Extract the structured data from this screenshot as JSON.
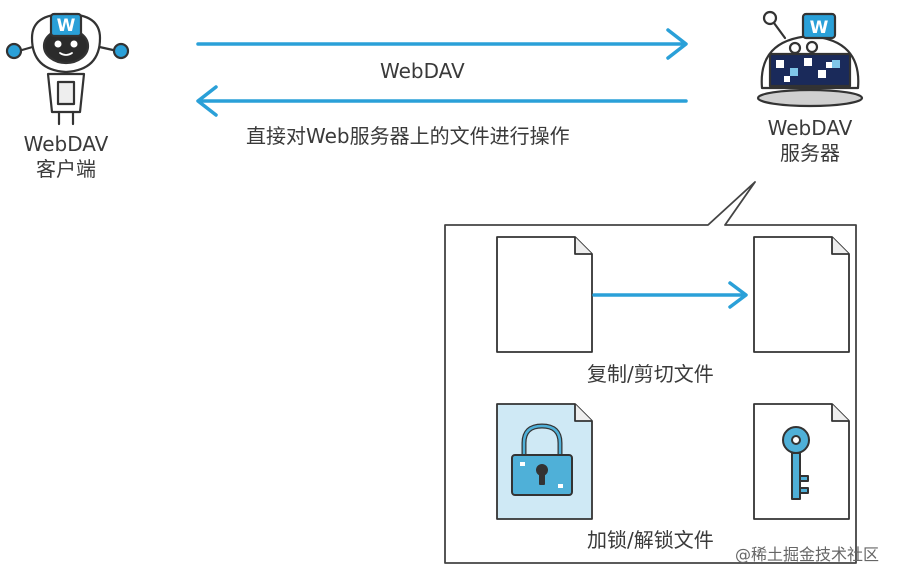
{
  "client": {
    "line1": "WebDAV",
    "line2": "客户端",
    "badge": "W"
  },
  "server": {
    "line1": "WebDAV",
    "line2": "服务器",
    "badge": "W"
  },
  "protocol_label": "WebDAV",
  "description": "直接对Web服务器上的文件进行操作",
  "operations": {
    "copy_move": "复制/剪切文件",
    "lock_unlock": "加锁/解锁文件"
  },
  "watermark": "@稀土掘金技术社区",
  "colors": {
    "arrow": "#2aa0d8",
    "lock_fill": "#4fb0d8",
    "outline": "#333333"
  }
}
